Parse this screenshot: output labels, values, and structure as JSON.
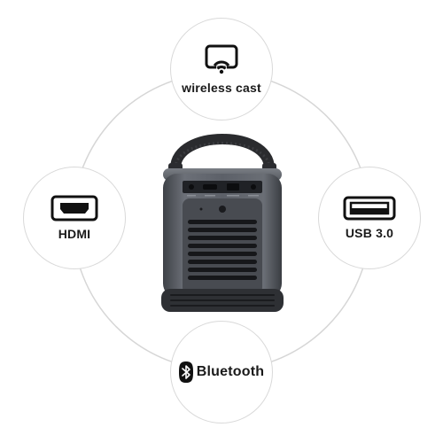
{
  "features": {
    "top": {
      "label": "wireless cast",
      "icon": "wireless-cast-icon"
    },
    "left": {
      "label": "HDMI",
      "icon": "hdmi-port-icon"
    },
    "right": {
      "label": "USB 3.0",
      "icon": "usb-port-icon"
    },
    "bottom": {
      "label": "Bluetooth",
      "icon": "bluetooth-icon"
    }
  },
  "colors": {
    "background": "#ffffff",
    "ring": "#d6d6d6",
    "icon": "#111111",
    "device_body": "#5b5f66"
  }
}
